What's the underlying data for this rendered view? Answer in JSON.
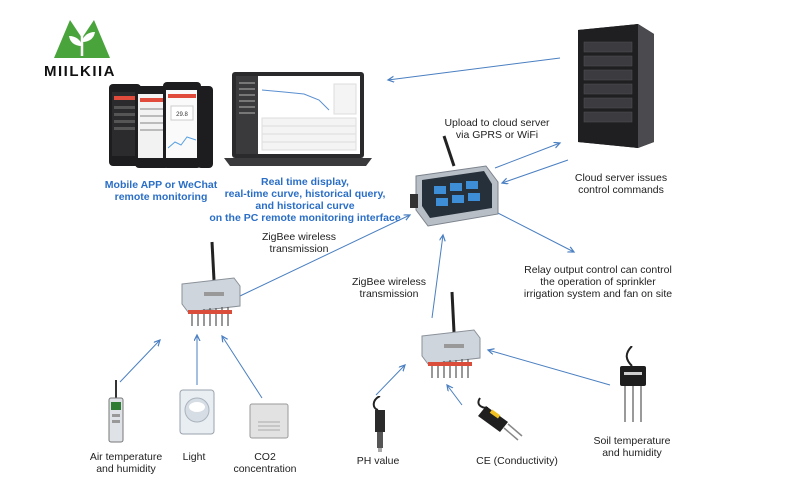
{
  "brand": {
    "name": "MIILKIIA",
    "color": "#4aa43c"
  },
  "labels": {
    "mobile": [
      "Mobile APP or WeChat",
      "remote monitoring"
    ],
    "pc": [
      "Real time display,",
      "real-time curve, historical query,",
      "and historical curve",
      "on the PC remote monitoring interface"
    ],
    "upload": [
      "Upload to cloud server",
      "via GPRS or WiFi"
    ],
    "cloud_cmd": [
      "Cloud server issues",
      "control commands"
    ],
    "zigbee1": [
      "ZigBee wireless",
      "transmission"
    ],
    "zigbee2": [
      "ZigBee wireless",
      "transmission"
    ],
    "relay": [
      "Relay output control can control",
      "the operation of sprinkler",
      "irrigation system and fan on site"
    ],
    "air": [
      "Air temperature",
      "and humidity"
    ],
    "light": [
      "Light"
    ],
    "co2": [
      "CO2",
      "concentration"
    ],
    "ph": [
      "PH value"
    ],
    "ce": [
      "CE (Conductivity)"
    ],
    "soil": [
      "Soil temperature",
      "and humidity"
    ]
  },
  "screen": {
    "readout": "29.8"
  },
  "colors": {
    "arrow": "#4a7fc1",
    "accent_text": "#2a6ec6",
    "device": "#c9cfd6"
  }
}
